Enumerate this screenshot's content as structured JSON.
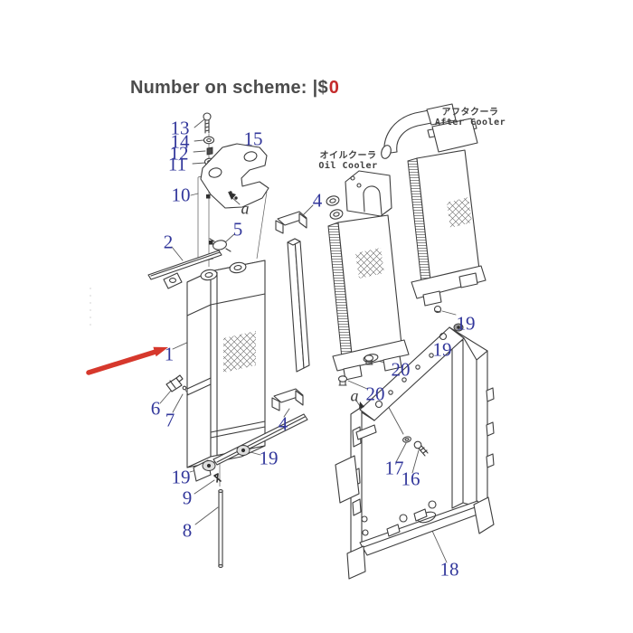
{
  "title": {
    "label": "Number on scheme:",
    "code_prefix": "|$",
    "code_value": "0"
  },
  "captions": {
    "oil_cooler_jp": "オイルクーラ",
    "oil_cooler_en": "Oil Cooler",
    "after_cooler_jp": "アフタクーラ",
    "after_cooler_en": "After Cooler"
  },
  "labels": {
    "l13": "13",
    "l14": "14",
    "l12": "12",
    "l11": "11",
    "l10": "10",
    "l15": "15",
    "l2": "2",
    "l5": "5",
    "l4a": "4",
    "l1": "1",
    "l6": "6",
    "l7": "7",
    "l4b": "4",
    "l19a": "19",
    "l19b": "19",
    "l9": "9",
    "l8": "8",
    "l19c": "19",
    "l19d": "19",
    "l20a": "20",
    "l20b": "20",
    "l17": "17",
    "l16": "16",
    "l18": "18",
    "la1": "a",
    "la2": "a"
  },
  "colors": {
    "label-blue": "#32379b",
    "ink": "#3d3d3d",
    "leader": "#5a5a5a",
    "arrow-red": "#d6382c",
    "code-red": "#c42b2b",
    "title-gray": "#4c4c4c",
    "caption-gray": "#3f3f3f"
  }
}
